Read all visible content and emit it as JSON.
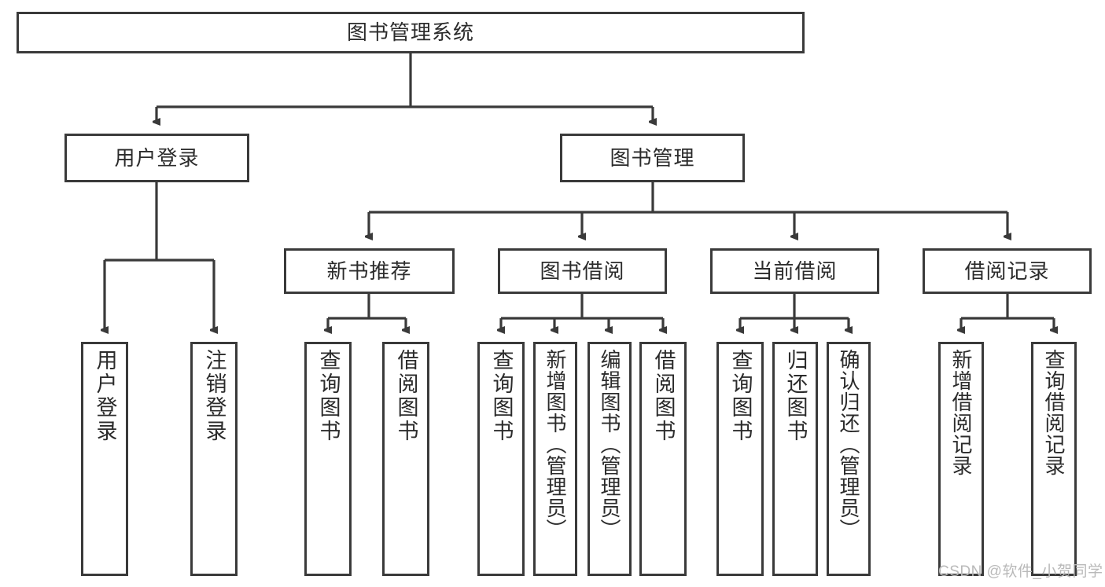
{
  "diagram": {
    "title": "图书管理系统",
    "watermark": "CSDN @软件_小贺同学",
    "line_color": "#3a3a3a",
    "box_fill": "#ffffff",
    "text_color": "#2b2b2b",
    "level2": [
      {
        "label": "用户登录"
      },
      {
        "label": "图书管理"
      }
    ],
    "level3": [
      {
        "label": "新书推荐"
      },
      {
        "label": "图书借阅"
      },
      {
        "label": "当前借阅"
      },
      {
        "label": "借阅记录"
      }
    ],
    "leaves": {
      "user_login": [
        {
          "label": "用户登录"
        },
        {
          "label": "注销登录"
        }
      ],
      "new_book": [
        {
          "label": "查询图书"
        },
        {
          "label": "借阅图书"
        }
      ],
      "borrow": [
        {
          "label": "查询图书"
        },
        {
          "label": "新增图书（管理员）"
        },
        {
          "label": "编辑图书（管理员）"
        },
        {
          "label": "借阅图书"
        }
      ],
      "current": [
        {
          "label": "查询图书"
        },
        {
          "label": "归还图书"
        },
        {
          "label": "确认归还（管理员）"
        }
      ],
      "records": [
        {
          "label": "新增借阅记录"
        },
        {
          "label": "查询借阅记录"
        }
      ]
    }
  }
}
